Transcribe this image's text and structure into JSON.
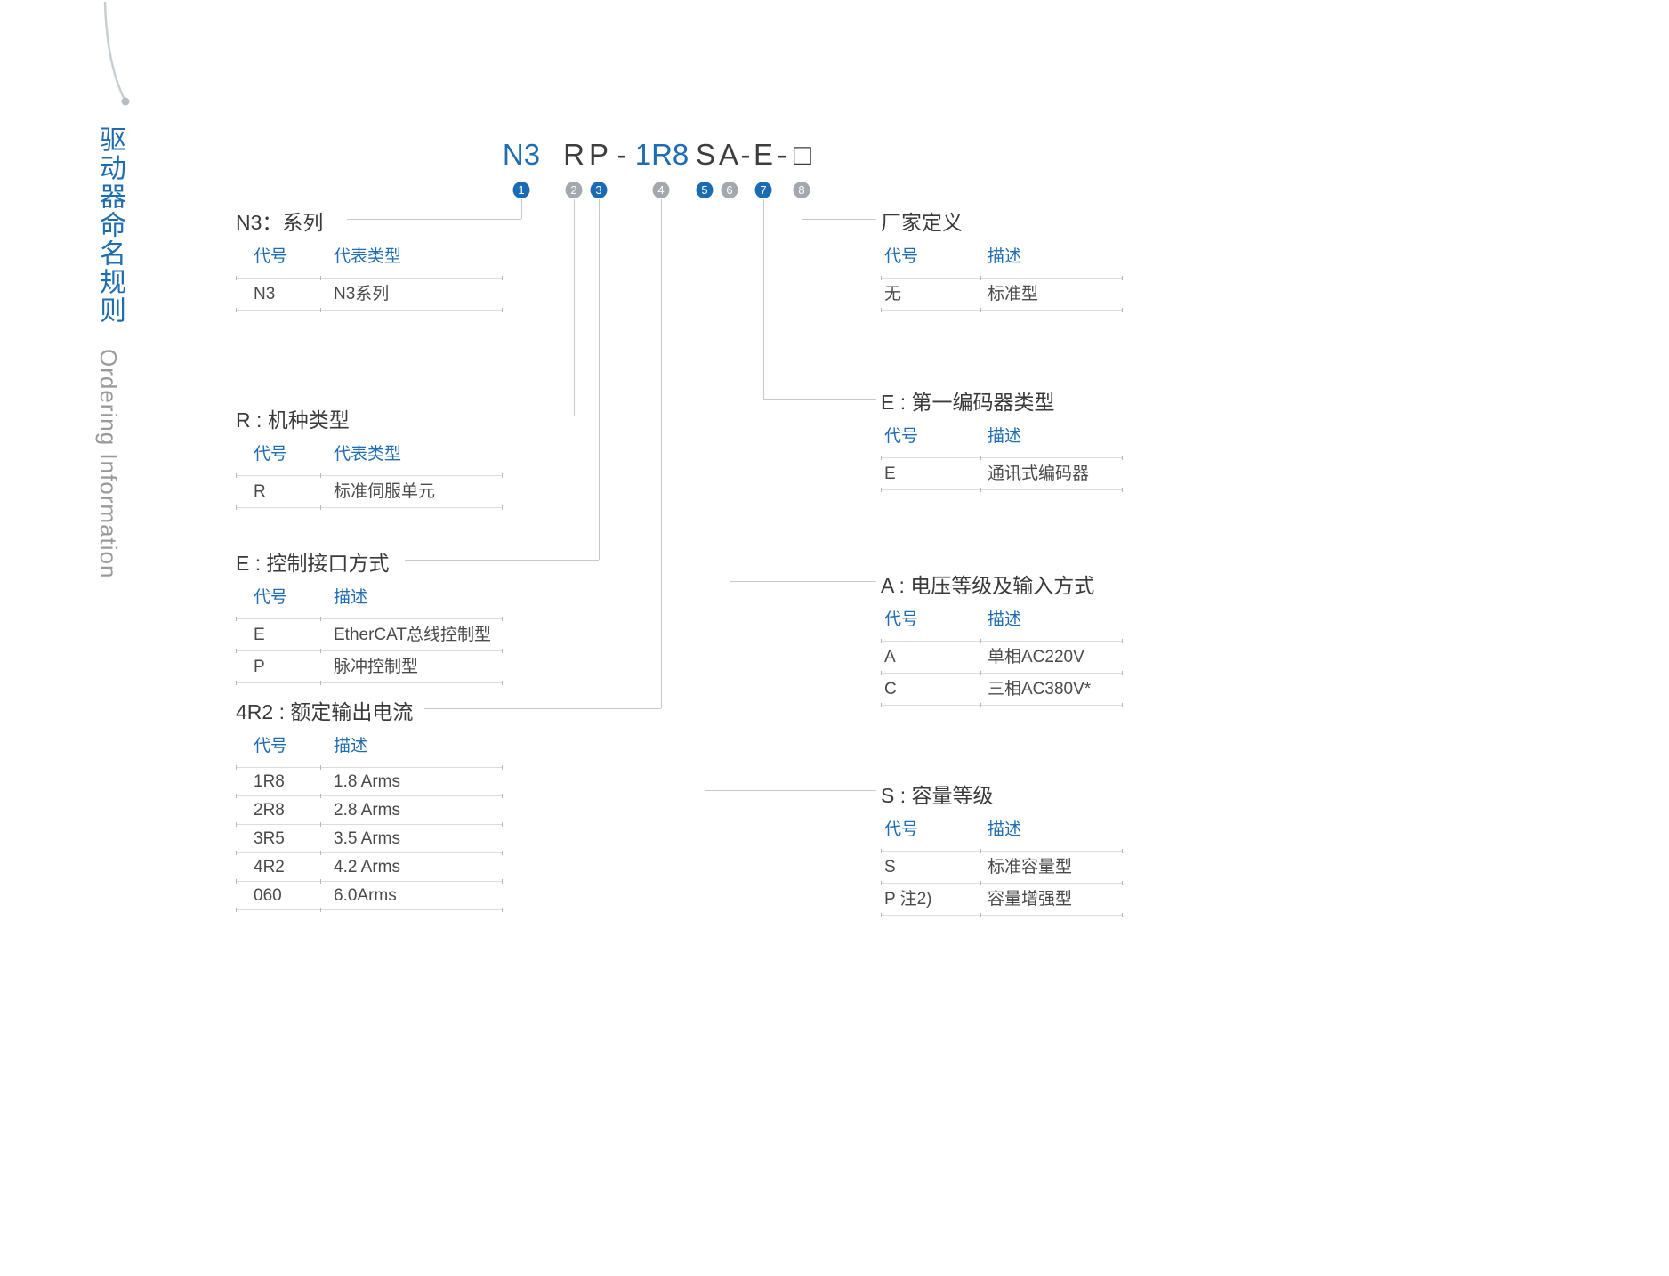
{
  "colors": {
    "accent_blue": "#1e6cb2",
    "badge_blue": "#1b6bb4",
    "badge_gray": "#a2a8ad",
    "text_dark": "#3d3d3d",
    "line_gray": "#c6c9cc"
  },
  "sidebar": {
    "title_zh": "驱动器命名规则",
    "title_en": "Ordering Information"
  },
  "model_code": {
    "seg_n3": "N3",
    "seg_r": "R",
    "seg_p": "P",
    "dash1": "-",
    "seg_1r8": "1R8",
    "seg_s": "S",
    "seg_a": "A",
    "dash2": "-",
    "seg_e": "E",
    "dash3": "-",
    "seg_box": "□",
    "badges": [
      "1",
      "2",
      "3",
      "4",
      "5",
      "6",
      "7",
      "8"
    ]
  },
  "tables": {
    "series": {
      "title": "N3：系列",
      "col_code": "代号",
      "col_desc": "代表类型",
      "rows": [
        {
          "code": "N3",
          "desc": "N3系列"
        }
      ]
    },
    "machine_type": {
      "title": "R : 机种类型",
      "col_code": "代号",
      "col_desc": "代表类型",
      "rows": [
        {
          "code": "R",
          "desc": "标准伺服单元"
        }
      ]
    },
    "control_interface": {
      "title": "E : 控制接口方式",
      "col_code": "代号",
      "col_desc": "描述",
      "rows": [
        {
          "code": "E",
          "desc": "EtherCAT总线控制型"
        },
        {
          "code": "P",
          "desc": "脉冲控制型"
        }
      ]
    },
    "rated_current": {
      "title": "4R2 : 额定输出电流",
      "col_code": "代号",
      "col_desc": "描述",
      "rows": [
        {
          "code": "1R8",
          "desc": "1.8 Arms"
        },
        {
          "code": "2R8",
          "desc": "2.8 Arms"
        },
        {
          "code": "3R5",
          "desc": "3.5 Arms"
        },
        {
          "code": "4R2",
          "desc": "4.2 Arms"
        },
        {
          "code": "060",
          "desc": "6.0Arms"
        }
      ]
    },
    "factory_defined": {
      "title": "厂家定义",
      "col_code": "代号",
      "col_desc": "描述",
      "rows": [
        {
          "code": "无",
          "desc": "标准型"
        }
      ]
    },
    "encoder_type": {
      "title": "E : 第一编码器类型",
      "col_code": "代号",
      "col_desc": "描述",
      "rows": [
        {
          "code": "E",
          "desc": "通讯式编码器"
        }
      ]
    },
    "voltage_class": {
      "title": "A : 电压等级及输入方式",
      "col_code": "代号",
      "col_desc": "描述",
      "rows": [
        {
          "code": "A",
          "desc": "单相AC220V"
        },
        {
          "code": "C",
          "desc": "三相AC380V*"
        }
      ]
    },
    "capacity_class": {
      "title": "S : 容量等级",
      "col_code": "代号",
      "col_desc": "描述",
      "rows": [
        {
          "code": "S",
          "desc": "标准容量型"
        },
        {
          "code": "P 注2)",
          "desc": "容量增强型"
        }
      ]
    }
  }
}
